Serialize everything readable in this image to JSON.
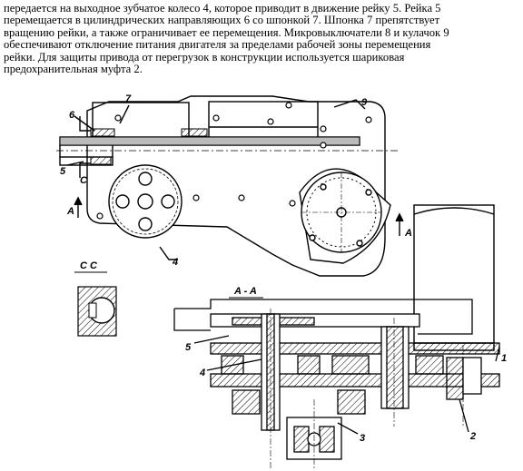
{
  "paragraph": {
    "lines": [
      "передается на выходное зубчатое колесо 4, которое приводит в движение рейку 5. Рейка 5",
      "перемещается в цилиндрических направляющих 6 со шпонкой 7. Шпонка 7 препятствует",
      "вращению рейки, а также ограничивает ее перемещения. Микровыключатели 8 и кулачок 9",
      "обеспечивают отключение питания двигателя за пределами рабочей зоны перемещения",
      "рейки. Для защиты привода от перегрузок в конструкции используется шариковая",
      "предохранительная муфта 2."
    ]
  },
  "figure": {
    "callouts": {
      "c1": "6",
      "c2": "7",
      "c3": "9",
      "c4": "5",
      "c5": "4",
      "c6": "C",
      "c7": "C",
      "c8": "A",
      "c9": "A",
      "c10": "1",
      "c11": "2",
      "c12": "3",
      "c13": "4",
      "c14": "5"
    },
    "section_labels": {
      "cc": "C C",
      "aa": "A - A"
    }
  }
}
